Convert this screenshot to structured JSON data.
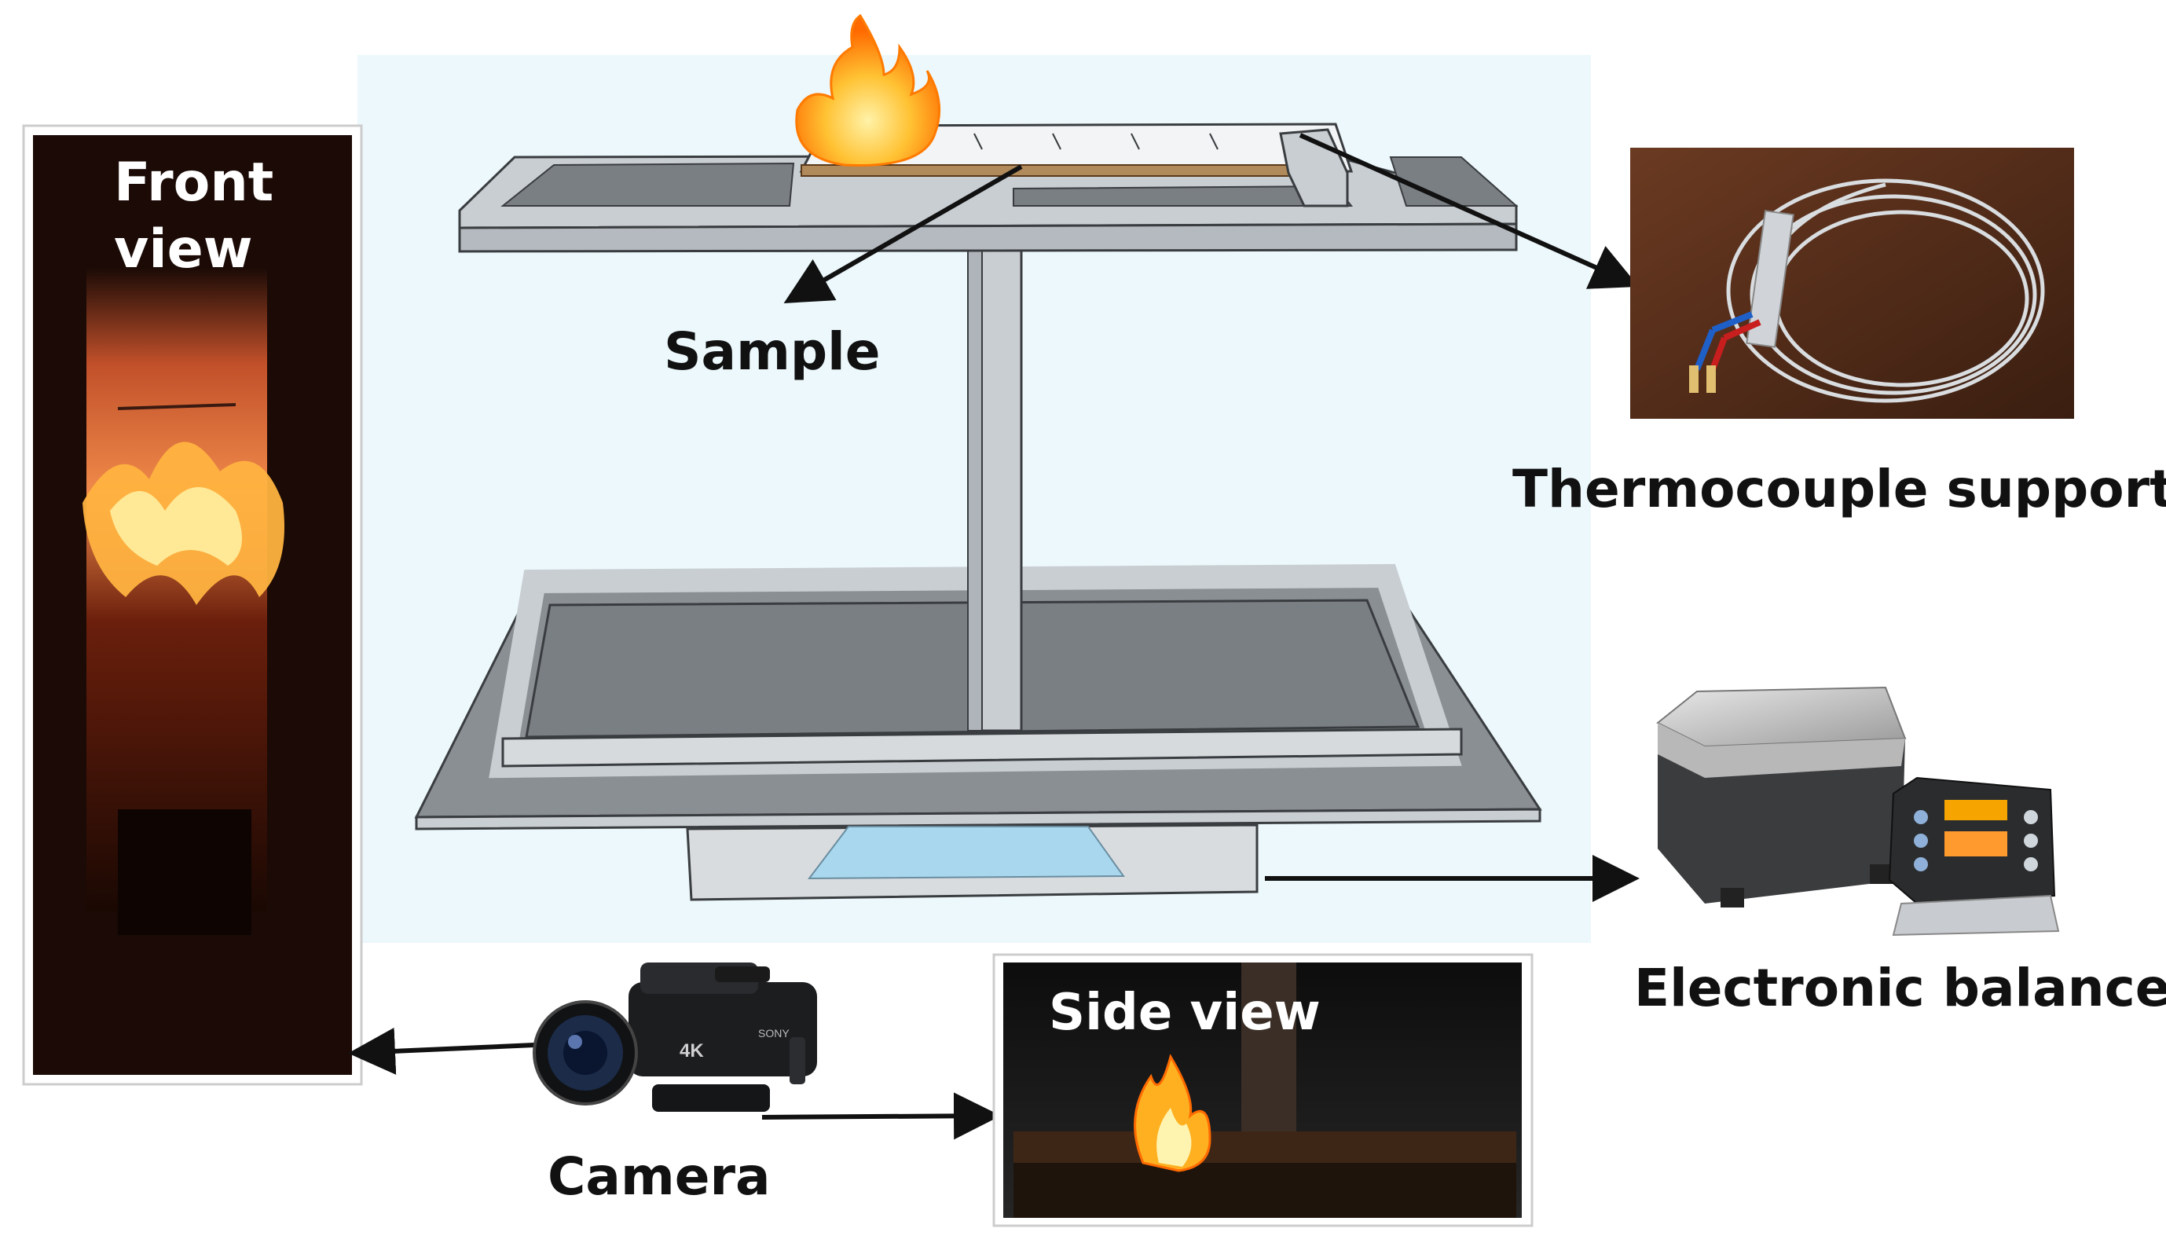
{
  "labels": {
    "front_view_line1": "Front",
    "front_view_line2": "view",
    "sample": "Sample",
    "thermocouple_support": "Thermocouple support",
    "electronic_balance": "Electronic balance",
    "side_view": "Side view",
    "camera": "Camera",
    "camera_model_text": "4K",
    "camera_brand_text": "SONY"
  },
  "colors": {
    "background_panel": "#ecf8fc",
    "metal_top": "#c9ced3",
    "metal_side": "#aeb4ba",
    "metal_dark": "#6b7075",
    "tray_floor": "#8a8f94",
    "sample_strip": "#b08a5a",
    "flame_outer": "#ff8a00",
    "flame_inner": "#ffd23f",
    "arrow": "#111111",
    "water_blue": "#a9d8ee"
  },
  "icons": {
    "flame": "flame-icon",
    "thermocouple": "thermocouple-photo",
    "balance": "balance-photo",
    "camera": "camcorder-icon"
  }
}
